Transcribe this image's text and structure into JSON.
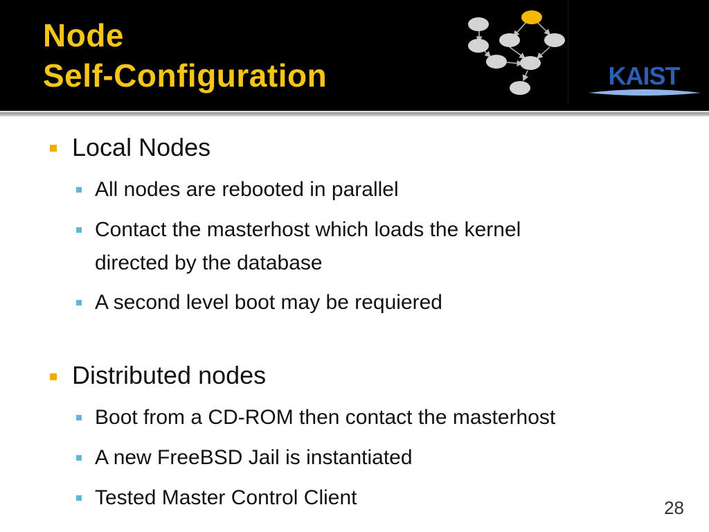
{
  "title": {
    "line1": "Node",
    "line2": "Self-Configuration"
  },
  "logo": {
    "text": "KAIST"
  },
  "colors": {
    "title": "#f5c518",
    "bullet_primary": "#f0ad00",
    "bullet_secondary": "#5bb8d8",
    "header_bg": "#000000",
    "logo_blue": "#2b5fb4"
  },
  "sections": [
    {
      "heading": "Local Nodes",
      "items": [
        "All nodes are rebooted in parallel",
        "Contact the masterhost which loads the kernel",
        "directed by the database",
        "A second level boot may be requiered"
      ]
    },
    {
      "heading": "Distributed nodes",
      "items": [
        "Boot from a CD-ROM then contact the masterhost",
        "A new FreeBSD Jail is instantiated",
        "Tested Master Control Client"
      ]
    }
  ],
  "page_number": "28"
}
